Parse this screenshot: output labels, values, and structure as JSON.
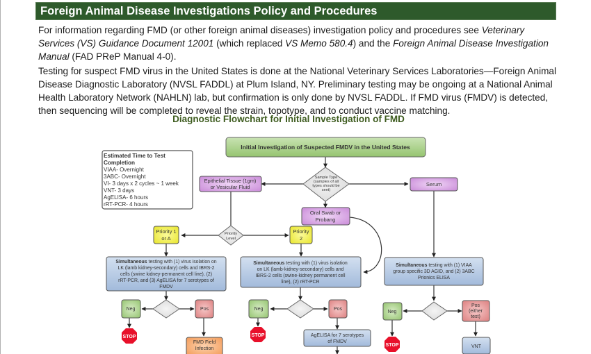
{
  "section": {
    "heading": "Foreign Animal Disease Investigations Policy and Procedures"
  },
  "paragraph1": {
    "t1": "For information regarding FMD (or other foreign animal diseases) investigation policy and procedures see ",
    "i1": "Veterinary Services (VS) Guidance Document 12001",
    "t2": " (which replaced ",
    "i2": "VS Memo 580.4",
    "t3": ") and the ",
    "i3": "Foreign Animal Disease Investigation Manual",
    "t4": " (FAD PReP Manual 4-0)."
  },
  "paragraph2": {
    "text": "Testing for suspect FMD virus in the United States is done at the National Veterinary Services Laboratories—Foreign Animal Disease Diagnostic Laboratory (NVSL FADDL) at Plum Island, NY. Preliminary testing may be ongoing at a National Animal Health Laboratory Network (NAHLN) lab, but confirmation is only done by NVSL FADDL. If FMD virus (FMDV) is detected, then sequencing will be completed to reveal the strain, topotype, and to conduct vaccine matching."
  },
  "flowchart": {
    "title": "Diagnostic Flowchart for Initial Investigation of FMD",
    "colors": {
      "green": "#a9d08e",
      "purple": "#d9a3e6",
      "yellow": "#f3f04a",
      "blue": "#b4c9e3",
      "red": "#e89696",
      "orange": "#f8b37c",
      "gray": "#e4e4e4",
      "stop": "#e8102a"
    },
    "legend": {
      "title_line1": "Estimated Time to Test",
      "title_line2": "Completion",
      "items": [
        "VIAA- Overnight",
        "3ABC- Overnight",
        "VI- 3 days x 2 cycles ~ 1 week",
        "VNT- 3 days",
        "AgELISA- 6 hours",
        "rRT-PCR- 4 hours"
      ]
    },
    "start": "Initial Investigation of Suspected FMDV in the United States",
    "sample_type": [
      "Sample Type",
      "(samples of all",
      "types should be",
      "sent)"
    ],
    "epithelial": [
      "Epithelial Tissue (1gm)",
      "or Vesicular Fluid"
    ],
    "serum": "Serum",
    "oral_swab": [
      "Oral Swab or",
      "Probang"
    ],
    "priority_level": [
      "Priority",
      "Level"
    ],
    "priority1": [
      "Priority 1",
      "or A"
    ],
    "priority2": [
      "Priority",
      "2"
    ],
    "test1": {
      "bold1": "Simultaneous",
      "lines": [
        " testing with (1) virus isolation on",
        "LK (lamb kidney-secondary) cells and IBRS-2",
        "cells (swine kidney-permanent cell line), (2)",
        "rRT-PCR, and (3) AgELISA for 7 serotypes of",
        "FMDV"
      ]
    },
    "test2": {
      "bold1": "Simultaneous",
      "lines": [
        " testing with (1) virus isolation",
        "on LK (lamb-kidney-secondary) cells and",
        "IBRS-2 cells (swine-kidney permanent cell",
        "line), (2) rRT-PCR"
      ]
    },
    "test3": {
      "bold1": "Simultaneous",
      "lines": [
        " testing with (1) VIAA",
        "group specific 3D AGID, and (2) 3ABC",
        "Prionics ELISA"
      ]
    },
    "neg": "Neg",
    "pos": "Pos",
    "pos_either": [
      "Pos",
      "(either",
      "test)"
    ],
    "stop": "STOP",
    "fmd_field": [
      "FMD Field",
      "Infection"
    ],
    "agelisa": [
      "AgELISA for 7 serotypes",
      "of FMDV"
    ],
    "vnt": "VNT"
  }
}
